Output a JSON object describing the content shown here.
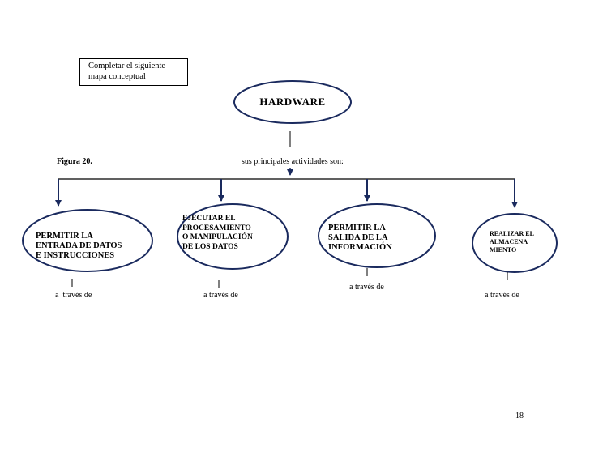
{
  "instruction": {
    "line1": "Completar el siguiente",
    "line2": "mapa conceptual"
  },
  "figure_label": "Figura 20.",
  "root": {
    "label": "HARDWARE"
  },
  "connector_label": "sus principales actividades son:",
  "activities": [
    {
      "lines": [
        "PERMITIR LA",
        "ENTRADA DE DATOS",
        "E INSTRUCCIONES"
      ],
      "via": "a  través de"
    },
    {
      "lines": [
        "EJECUTAR EL",
        "PROCESAMIENTO",
        "O MANIPULACIÓN",
        "DE LOS DATOS"
      ],
      "via": "a través de"
    },
    {
      "lines": [
        "PERMITIR LA-",
        "SALIDA DE LA",
        "INFORMACIÓN"
      ],
      "via": "a través de"
    },
    {
      "lines": [
        "REALIZAR EL",
        "ALMACENA",
        "MIENTO"
      ],
      "via": "a través de"
    }
  ],
  "page_number": "18",
  "colors": {
    "ellipse_border": "#1a2a5e",
    "arrow": "#1a2a5e",
    "line": "#000000"
  }
}
